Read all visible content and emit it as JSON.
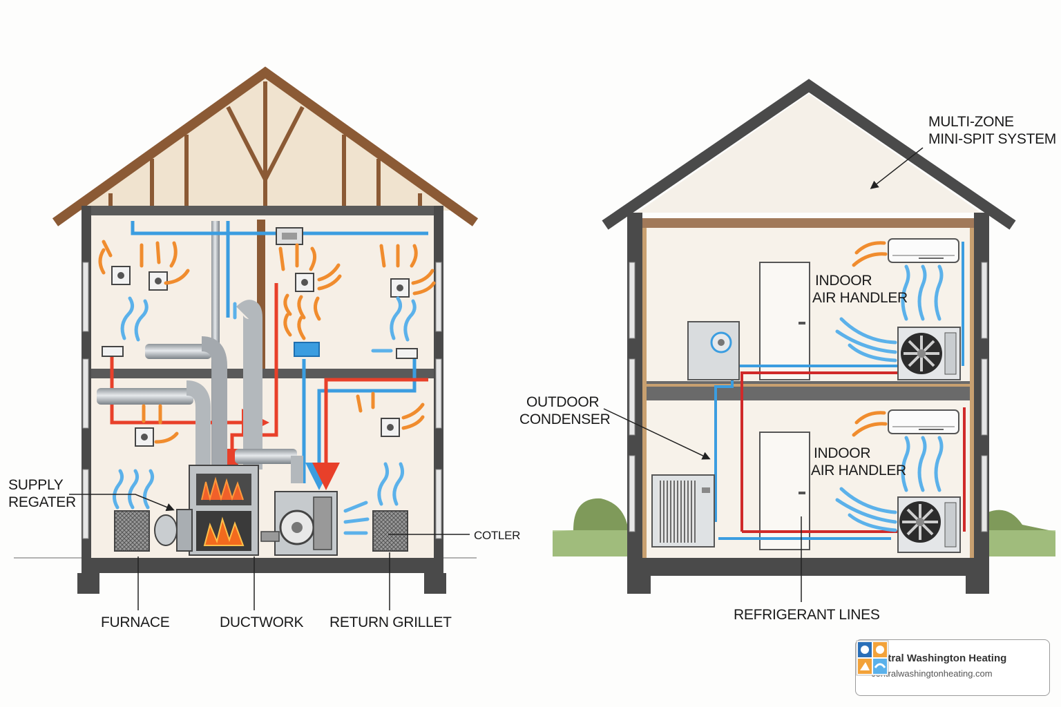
{
  "labels": {
    "supply_line1": "SUPPLY",
    "supply_line2": "REGATER",
    "cotler": "COTLER",
    "furnace": "FURNACE",
    "ductwork": "DUCTWORK",
    "return_grillet": "RETURN GRILLET",
    "multizone_line1": "MULTI-ZONE",
    "multizone_line2": "MINI-SPIT SYSTEM",
    "outdoor_line1": "OUTDOOR",
    "outdoor_line2": "CONDENSER",
    "indoor_upper_line1": "INDOOR",
    "indoor_upper_line2": "AIR HANDLER",
    "indoor_lower_line1": "INDOOR",
    "indoor_lower_line2": "AIR HANDLER",
    "refrigerant_lines": "REFRIGERANT LINES"
  },
  "brand": {
    "name": "Central Washington Heating",
    "url": "centralwashingtonheating.com"
  },
  "colors": {
    "supply_warm": "#e8402a",
    "return_cool": "#3b9de0",
    "warm_air": "#f08c2e",
    "cool_air": "#5bb1ea",
    "wall": "#4a4a4a",
    "roof_truss": "#8b5a35"
  }
}
